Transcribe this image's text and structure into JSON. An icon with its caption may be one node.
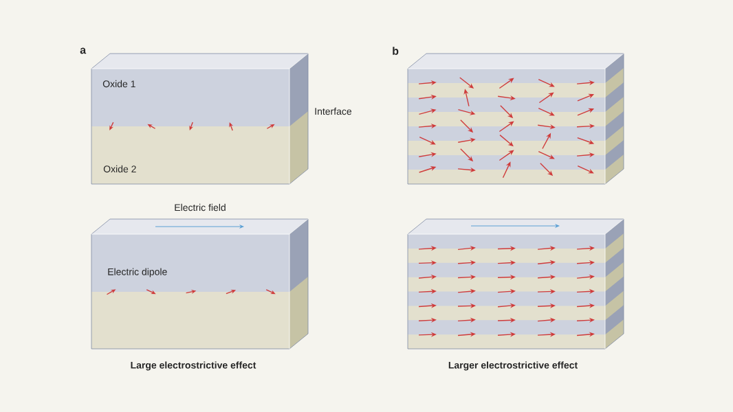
{
  "diagram": {
    "labels": [
      "a",
      "Oxide 1",
      "Interface",
      "Oxide 2",
      "Electric field",
      "Electric dipole",
      "Large electrostrictive effect",
      "b",
      "Larger electrostrictive effect"
    ]
  }
}
